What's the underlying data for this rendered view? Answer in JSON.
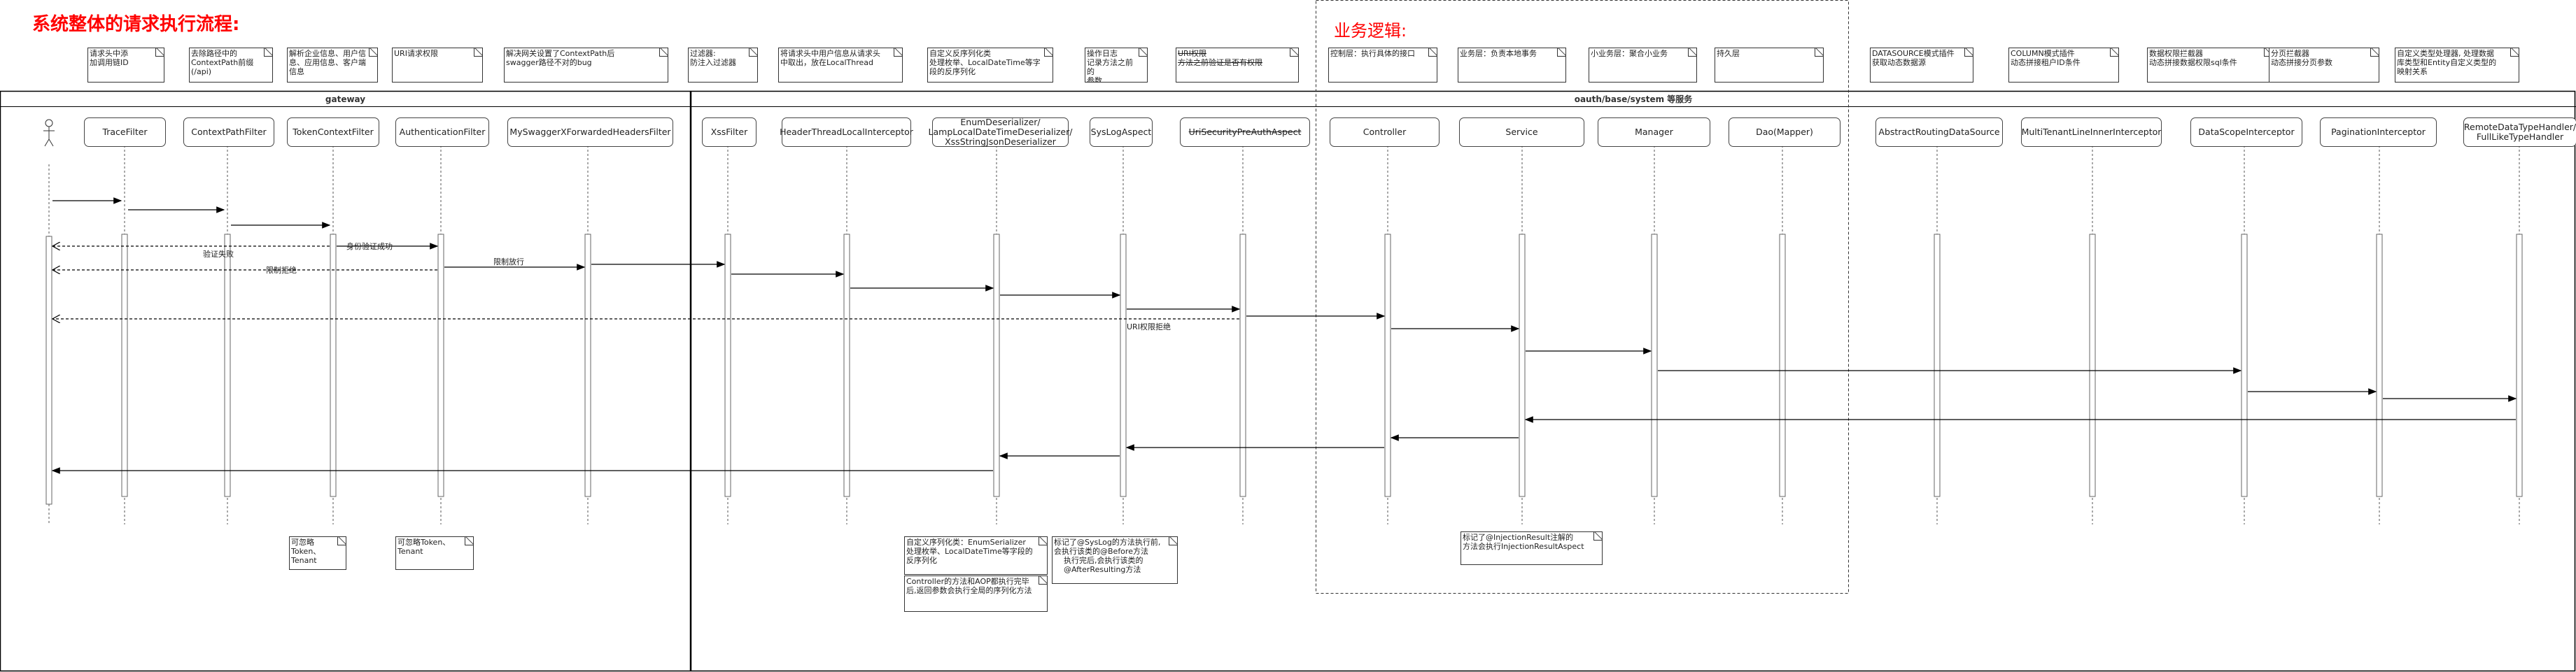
{
  "title": "系统整体的请求执行流程:",
  "business_logic_label": "业务逻辑:",
  "frames": {
    "gateway": "gateway",
    "service": "oauth/base/system 等服务"
  },
  "participants": [
    {
      "name": "actor",
      "label": ""
    },
    {
      "name": "TraceFilter",
      "label": "TraceFilter"
    },
    {
      "name": "ContextPathFilter",
      "label": "ContextPathFilter"
    },
    {
      "name": "TokenContextFilter",
      "label": "TokenContextFilter"
    },
    {
      "name": "AuthenticationFilter",
      "label": "AuthenticationFilter"
    },
    {
      "name": "MySwaggerXForwardedHeadersFilter",
      "label": "MySwaggerXForwardedHeadersFilter"
    },
    {
      "name": "XssFilter",
      "label": "XssFilter"
    },
    {
      "name": "HeaderThreadLocalInterceptor",
      "label": "HeaderThreadLocalInterceptor"
    },
    {
      "name": "EnumDeserializer",
      "label": "EnumDeserializer/\nLampLocalDateTimeDeserializer/\nXssStringJsonDeserializer"
    },
    {
      "name": "SysLogAspect",
      "label": "SysLogAspect"
    },
    {
      "name": "UriSecurityPreAuthAspect",
      "label": "UriSecurityPreAuthAspect",
      "strike": true
    },
    {
      "name": "Controller",
      "label": "Controller"
    },
    {
      "name": "Service",
      "label": "Service"
    },
    {
      "name": "Manager",
      "label": "Manager"
    },
    {
      "name": "Dao",
      "label": "Dao(Mapper)"
    },
    {
      "name": "AbstractRoutingDataSource",
      "label": "AbstractRoutingDataSource"
    },
    {
      "name": "MultiTenantLineInnerInterceptor",
      "label": "MultiTenantLineInnerInterceptor"
    },
    {
      "name": "DataScopeInterceptor",
      "label": "DataScopeInterceptor"
    },
    {
      "name": "PaginationInterceptor",
      "label": "PaginationInterceptor"
    },
    {
      "name": "RemoteDataTypeHandler",
      "label": "RemoteDataTypeHandler/\nFullLikeTypeHandler"
    }
  ],
  "top_notes": [
    "请求头中添\n加调用链ID",
    "去除路径中的\nContextPath前缀\n(/api)",
    "解析企业信息、用户信\n息、应用信息、客户端\n信息",
    "URI请求权限",
    "解决网关设置了ContextPath后\nswagger路径不对的bug",
    "过滤器:\n防注入过滤器",
    "将请求头中用户信息从请求头\n中取出，放在LocalThread",
    "自定义反序列化类\n处理枚举、LocalDateTime等字\n段的反序列化",
    "操作日志\n记录方法之前的\n参数",
    "URI权限\n方法之前验证是否有权限",
    "控制层：执行具体的接口",
    "业务层：负责本地事务",
    "小业务层：聚合小业务",
    "持久层",
    "DATASOURCE模式插件\n获取动态数据源",
    "COLUMN模式插件\n动态拼接租户ID条件",
    "数据权限拦截器\n动态拼接数据权限sql条件",
    "分页拦截器\n动态拼接分页参数",
    "自定义类型处理器, 处理数据\n库类型和Entity自定义类型的\n映射关系"
  ],
  "bottom_notes": [
    "可忽略Token、\nTenant",
    "可忽略Token、\nTenant",
    "自定义序列化类：EnumSerializer\n处理枚举、LocalDateTime等字段的\n反序列化",
    "Controller的方法和AOP都执行完毕\n后,返回参数会执行全局的序列化方法",
    "标记了@SysLog的方法执行前,\n会执行该类的@Before方法\n    执行完后,会执行该类的\n    @AfterResulting方法",
    "标记了@InjectionResult注解的\n方法会执行InjectionResultAspect"
  ],
  "messages": [
    {
      "from": 0,
      "to": 1,
      "label": ""
    },
    {
      "from": 1,
      "to": 2,
      "label": ""
    },
    {
      "from": 2,
      "to": 3,
      "label": ""
    },
    {
      "from": 3,
      "to": 0,
      "label": "验证失败",
      "dashed": true
    },
    {
      "from": 3,
      "to": 4,
      "label": "身份验证成功"
    },
    {
      "from": 4,
      "to": 0,
      "label": "限制拒绝",
      "dashed": true
    },
    {
      "from": 4,
      "to": 5,
      "label": "限制放行"
    },
    {
      "from": 5,
      "to": 6,
      "label": ""
    },
    {
      "from": 6,
      "to": 7,
      "label": ""
    },
    {
      "from": 7,
      "to": 8,
      "label": ""
    },
    {
      "from": 8,
      "to": 9,
      "label": ""
    },
    {
      "from": 9,
      "to": 10,
      "label": ""
    },
    {
      "from": 10,
      "to": 0,
      "label": "URI权限拒绝",
      "dashed": true
    },
    {
      "from": 10,
      "to": 11,
      "label": ""
    },
    {
      "from": 11,
      "to": 12,
      "label": ""
    },
    {
      "from": 12,
      "to": 13,
      "label": ""
    },
    {
      "from": 13,
      "to": 17,
      "label": ""
    },
    {
      "from": 17,
      "to": 18,
      "label": ""
    },
    {
      "from": 18,
      "to": 19,
      "label": ""
    },
    {
      "from": 19,
      "to": 12,
      "label": ""
    },
    {
      "from": 12,
      "to": 11,
      "label": ""
    },
    {
      "from": 11,
      "to": 9,
      "label": ""
    },
    {
      "from": 9,
      "to": 8,
      "label": ""
    },
    {
      "from": 8,
      "to": 0,
      "label": ""
    }
  ]
}
